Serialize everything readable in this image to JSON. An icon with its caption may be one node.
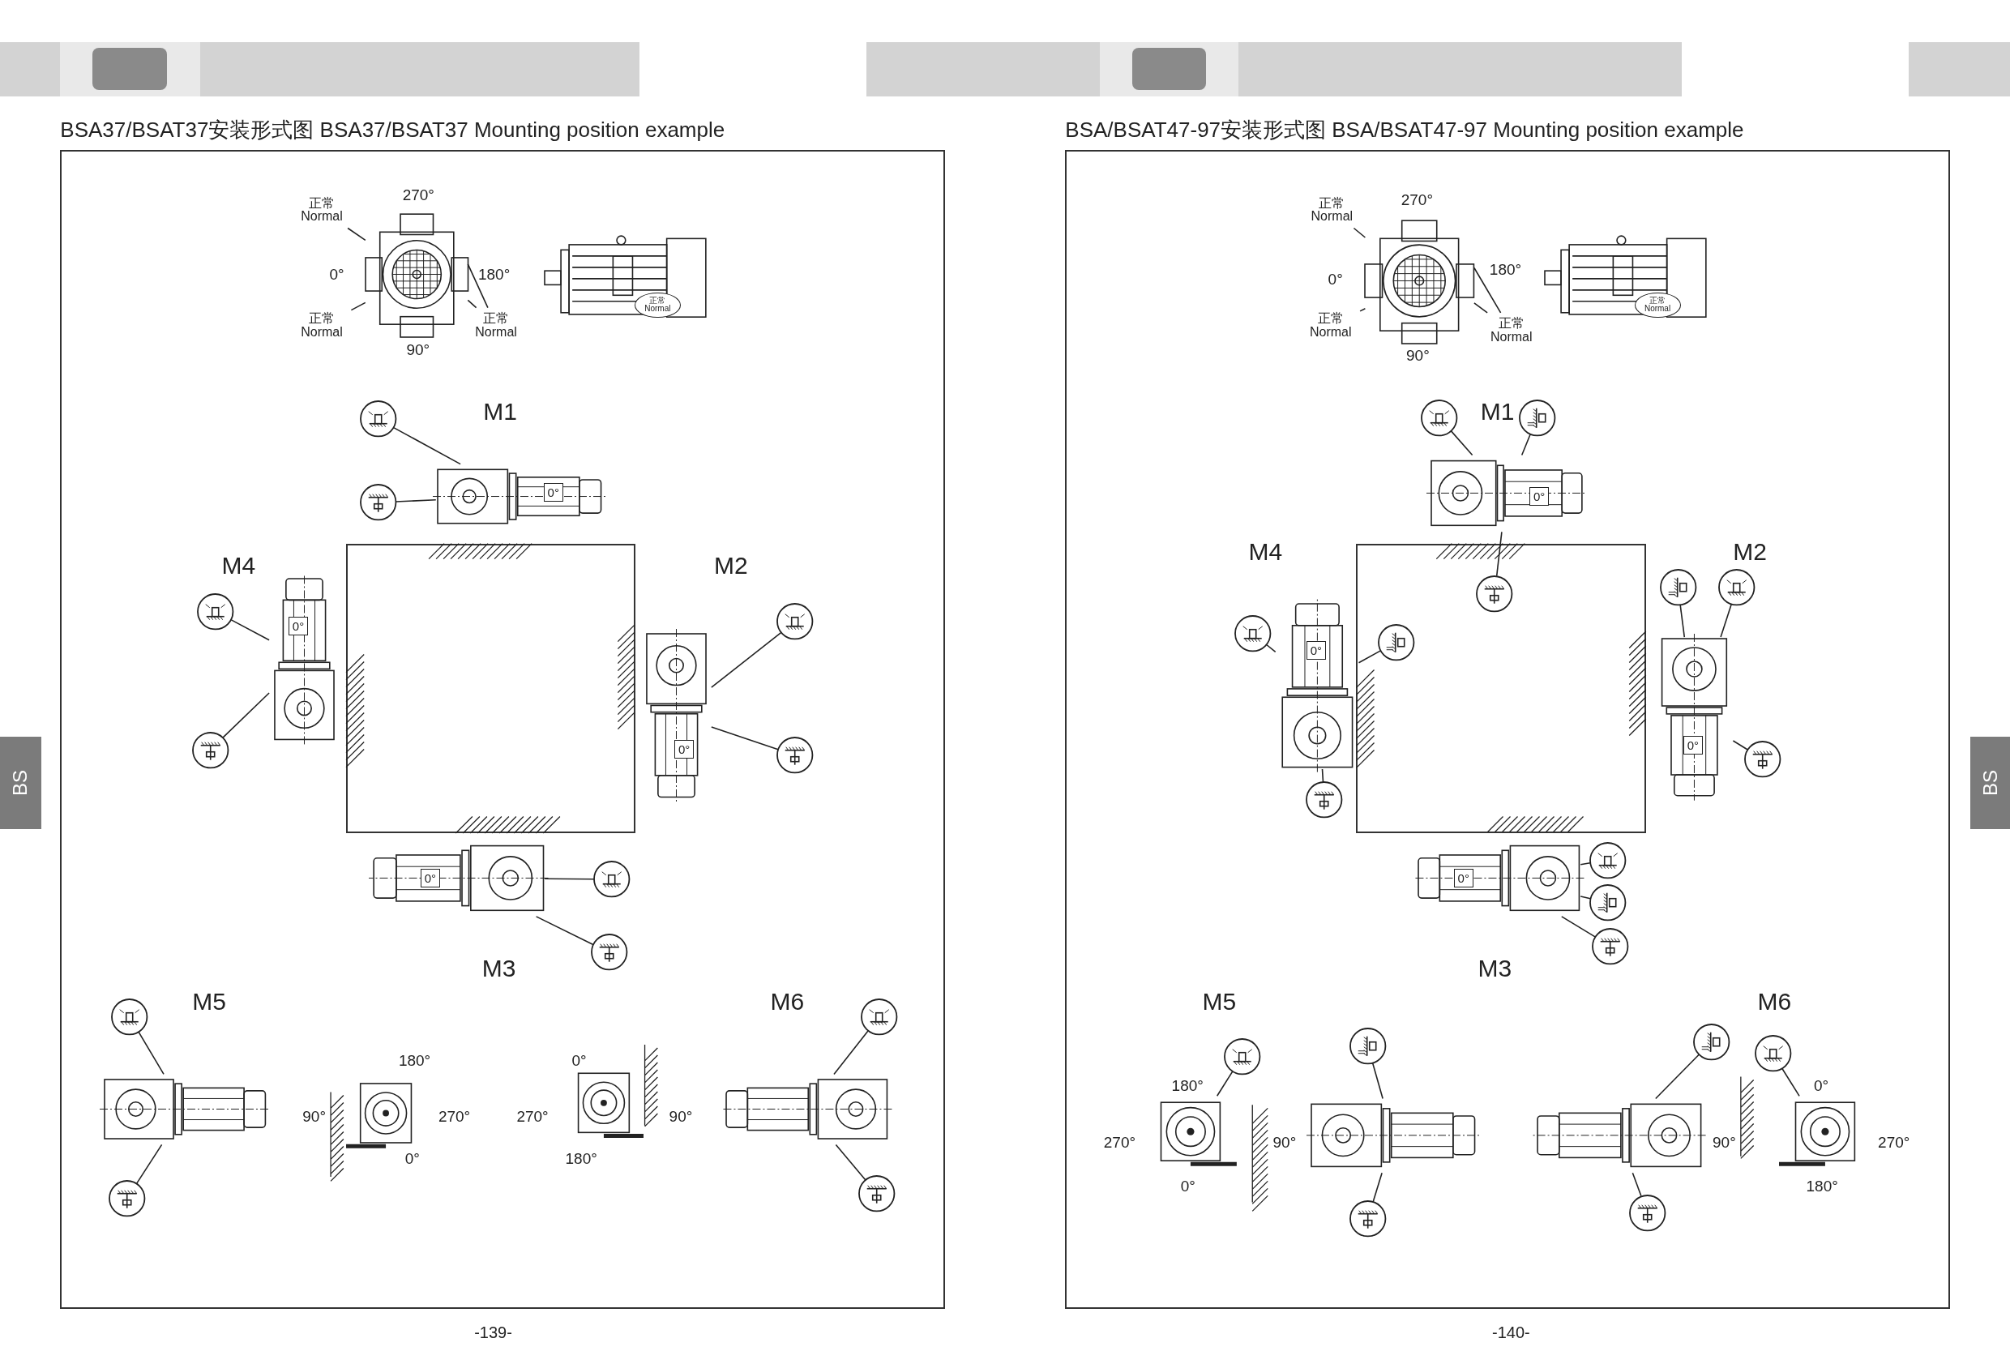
{
  "diagram": {
    "nodes": [
      {
        "text": [],
        "shape": "picture"
      },
      {
        "text": [
          "正常 Normal"
        ]
      },
      {
        "text": [
          "正常 Normal"
        ]
      },
      {
        "text": [
          "正常 Normal"
        ]
      },
      {
        "text": [],
        "shape": "picture"
      },
      {
        "text": [
          "正常 Normal"
        ],
        "in": 4
      },
      {
        "text": [],
        "shape": "picture"
      },
      {
        "text": [],
        "shape": "circle"
      },
      {
        "text": [],
        "shape": "circle"
      },
      {
        "text": [],
        "shape": "picture"
      },
      {
        "text": [],
        "shape": "circle"
      },
      {
        "text": [],
        "shape": "circle"
      },
      {
        "text": [],
        "shape": "picture"
      },
      {
        "text": [],
        "shape": "circle"
      },
      {
        "text": [],
        "shape": "circle"
      },
      {
        "text": [],
        "shape": "picture"
      },
      {
        "text": [],
        "shape": "circle"
      },
      {
        "text": [],
        "shape": "circle"
      },
      {
        "text": [],
        "shape": "picture"
      },
      {
        "text": [],
        "shape": "circle"
      },
      {
        "text": [],
        "shape": "circle"
      },
      {
        "text": [],
        "shape": "picture"
      },
      {
        "text": [],
        "shape": "circle"
      },
      {
        "text": [],
        "shape": "circle"
      },
      {
        "text": [],
        "shape": "picture"
      },
      {
        "text": [
          "正常 Normal"
        ]
      },
      {
        "text": [
          "正常 Normal"
        ]
      },
      {
        "text": [
          "正常 Normal"
        ]
      },
      {
        "text": [],
        "shape": "picture"
      },
      {
        "text": [
          "正常 Normal"
        ],
        "in": 28
      },
      {
        "text": [],
        "shape": "picture"
      },
      {
        "text": [],
        "shape": "circle"
      },
      {
        "text": [],
        "shape": "circle"
      },
      {
        "text": [],
        "shape": "circle"
      },
      {
        "text": [],
        "shape": "picture"
      },
      {
        "text": [],
        "shape": "circle"
      },
      {
        "text": [],
        "shape": "circle"
      },
      {
        "text": [],
        "shape": "circle"
      },
      {
        "text": [],
        "shape": "picture"
      },
      {
        "text": [],
        "shape": "circle"
      },
      {
        "text": [],
        "shape": "circle"
      },
      {
        "text": [],
        "shape": "circle"
      },
      {
        "text": [],
        "shape": "picture"
      },
      {
        "text": [],
        "shape": "circle"
      },
      {
        "text": [],
        "shape": "circle"
      },
      {
        "text": [],
        "shape": "circle"
      },
      {
        "text": [],
        "shape": "picture"
      },
      {
        "text": [],
        "shape": "circle"
      },
      {
        "text": [],
        "shape": "picture"
      },
      {
        "text": [],
        "shape": "circle"
      },
      {
        "text": [],
        "shape": "circle"
      },
      {
        "text": [],
        "shape": "picture"
      },
      {
        "text": [],
        "shape": "circle"
      },
      {
        "text": [],
        "shape": "circle"
      },
      {
        "text": [],
        "shape": "picture"
      },
      {
        "text": [],
        "shape": "circle"
      }
    ],
    "edges": [
      {
        "from": 1,
        "to": 0,
        "arrow": "none"
      },
      {
        "from": 2,
        "to": 0,
        "arrow": "none"
      },
      {
        "from": 3,
        "to": 0,
        "arrow": "none"
      },
      {
        "from": 3,
        "to": 0,
        "arrow": "none"
      },
      {
        "from": 7,
        "to": 6,
        "arrow": "none"
      },
      {
        "from": 8,
        "to": 6,
        "arrow": "none"
      },
      {
        "from": 10,
        "to": 9,
        "arrow": "none"
      },
      {
        "from": 11,
        "to": 9,
        "arrow": "none"
      },
      {
        "from": 13,
        "to": 12,
        "arrow": "none"
      },
      {
        "from": 14,
        "to": 12,
        "arrow": "none"
      },
      {
        "from": 16,
        "to": 15,
        "arrow": "none"
      },
      {
        "from": 17,
        "to": 15,
        "arrow": "none"
      },
      {
        "from": 19,
        "to": 18,
        "arrow": "none"
      },
      {
        "from": 20,
        "to": 18,
        "arrow": "none"
      },
      {
        "from": 22,
        "to": 21,
        "arrow": "none"
      },
      {
        "from": 23,
        "to": 21,
        "arrow": "none"
      },
      {
        "from": 25,
        "to": 24,
        "arrow": "none"
      },
      {
        "from": 26,
        "to": 24,
        "arrow": "none"
      },
      {
        "from": 27,
        "to": 24,
        "arrow": "none"
      },
      {
        "from": 27,
        "to": 24,
        "arrow": "none"
      },
      {
        "from": 31,
        "to": 30,
        "arrow": "none"
      },
      {
        "from": 32,
        "to": 30,
        "arrow": "none"
      },
      {
        "from": 33,
        "to": 30,
        "arrow": "none"
      },
      {
        "from": 35,
        "to": 34,
        "arrow": "none"
      },
      {
        "from": 36,
        "to": 34,
        "arrow": "none"
      },
      {
        "from": 37,
        "to": 34,
        "arrow": "none"
      },
      {
        "from": 39,
        "to": 38,
        "arrow": "none"
      },
      {
        "from": 40,
        "to": 38,
        "arrow": "none"
      },
      {
        "from": 41,
        "to": 38,
        "arrow": "none"
      },
      {
        "from": 43,
        "to": 42,
        "arrow": "none"
      },
      {
        "from": 44,
        "to": 42,
        "arrow": "none"
      },
      {
        "from": 45,
        "to": 42,
        "arrow": "none"
      },
      {
        "from": 47,
        "to": 46,
        "arrow": "none"
      },
      {
        "from": 49,
        "to": 48,
        "arrow": "none"
      },
      {
        "from": 50,
        "to": 48,
        "arrow": "none"
      },
      {
        "from": 52,
        "to": 51,
        "arrow": "none"
      },
      {
        "from": 53,
        "to": 51,
        "arrow": "none"
      },
      {
        "from": 55,
        "to": 54,
        "arrow": "none"
      }
    ],
    "labels": [
      "BSA37/BSAT37安装形式图 BSA37/BSAT37 Mounting position example",
      "270°",
      "0°",
      "180°",
      "90°",
      "M1",
      "M4",
      "M2",
      "M3",
      "0°",
      "0°",
      "0°",
      "0°",
      "M5",
      "M6",
      "180°",
      "90°",
      "270°",
      "0°",
      "0°",
      "270°",
      "90°",
      "180°",
      "-139-",
      "BS",
      "BSA/BSAT47-97安装形式图 BSA/BSAT47-97 Mounting position example",
      "270°",
      "0°",
      "180°",
      "90°",
      "M1",
      "M4",
      "M2",
      "M3",
      "0°",
      "0°",
      "0°",
      "0°",
      "M5",
      "M6",
      "180°",
      "270°",
      "90°",
      "0°",
      "0°",
      "90°",
      "270°",
      "180°",
      "-140-",
      "BS"
    ]
  }
}
